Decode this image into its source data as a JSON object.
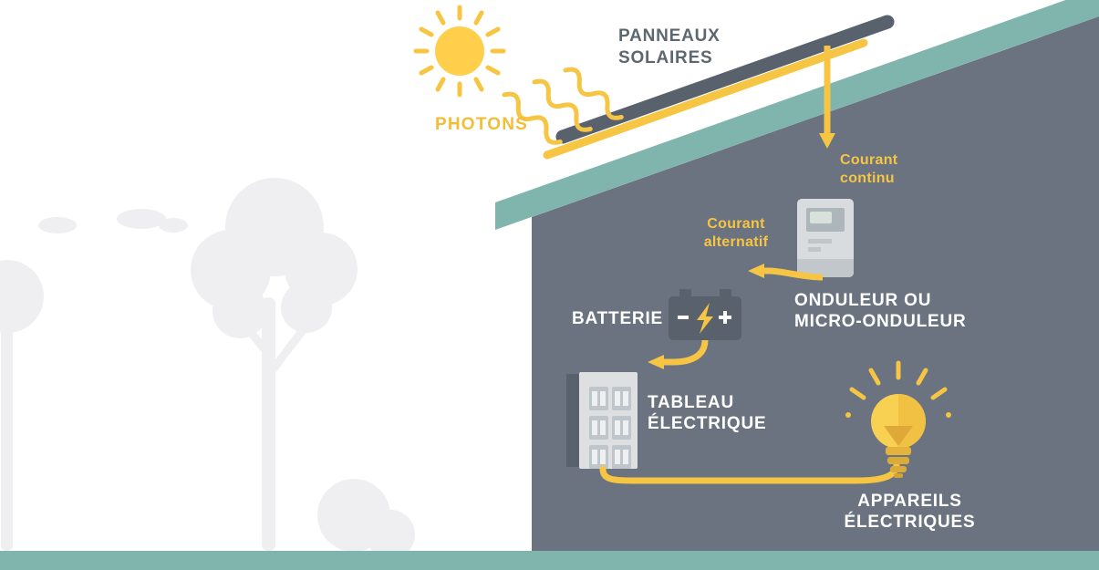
{
  "labels": {
    "solar_panels": "PANNEAUX\nSOLAIRES",
    "photons": "PHOTONS",
    "dc_current": "Courant\ncontinu",
    "ac_current": "Courant\nalternatif",
    "inverter": "ONDULEUR OU\nMICRO-ONDULEUR",
    "battery": "BATTERIE",
    "electrical_panel": "TABLEAU\nÉLECTRIQUE",
    "appliances": "APPAREILS\nÉLECTRIQUES"
  },
  "colors": {
    "accent_yellow": "#F5C543",
    "sun_yellow": "#FFCF4B",
    "roof_teal": "#7FB5AC",
    "house_gray": "#6B7380",
    "device_dark_gray": "#59616C",
    "device_light_gray": "#D9DCDE",
    "heading_gray": "#5D6770",
    "label_white": "#FFFFFF",
    "tree_gray": "#EFEFF1"
  }
}
